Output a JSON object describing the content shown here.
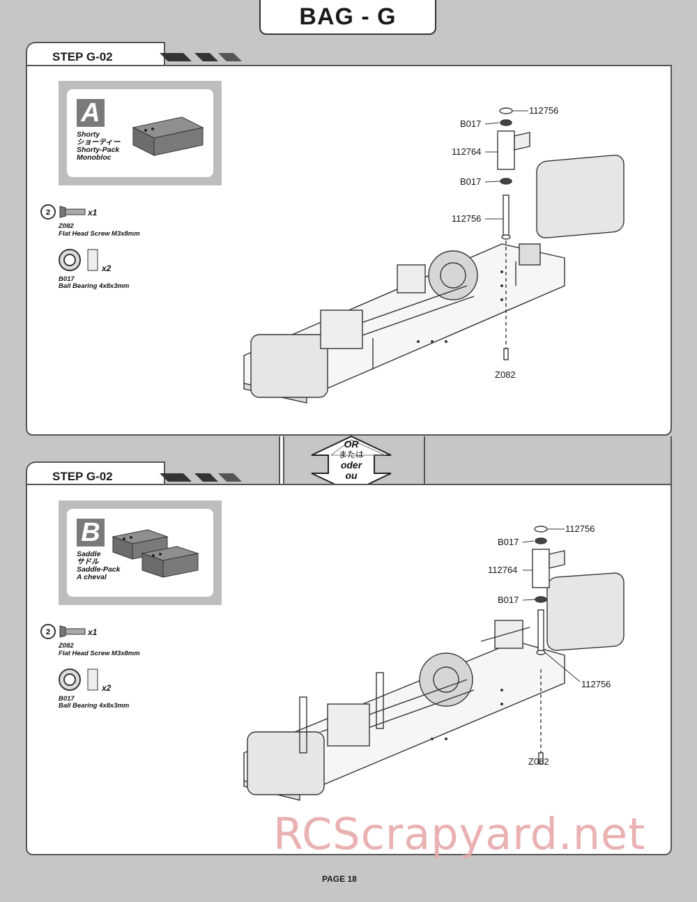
{
  "page_title": "BAG - G",
  "steps": [
    {
      "step_label": "STEP G-02",
      "option_letter": "A",
      "option_names": [
        "Shorty",
        "ショーティー",
        "Shorty-Pack",
        "Monobloc"
      ],
      "parts": [
        {
          "code": "Z082",
          "name": "Flat Head Screw M3x8mm",
          "qty": "x1",
          "tool": "2"
        },
        {
          "code": "B017",
          "name": "Ball Bearing 4x8x3mm",
          "qty": "x2"
        }
      ],
      "callouts": [
        "112756",
        "B017",
        "112764",
        "B017",
        "112756",
        "Z082"
      ]
    },
    {
      "step_label": "STEP G-02",
      "option_letter": "B",
      "option_names": [
        "Saddle",
        "サドル",
        "Saddle-Pack",
        "A cheval"
      ],
      "parts": [
        {
          "code": "Z082",
          "name": "Flat Head Screw M3x8mm",
          "qty": "x1",
          "tool": "2"
        },
        {
          "code": "B017",
          "name": "Ball Bearing 4x8x3mm",
          "qty": "x2"
        }
      ],
      "callouts": [
        "112756",
        "B017",
        "112764",
        "B017",
        "112756",
        "Z082"
      ]
    }
  ],
  "or_badge": [
    "OR",
    "または",
    "oder",
    "ou"
  ],
  "watermark": "RCScrapyard.net",
  "page_number": "PAGE 18"
}
